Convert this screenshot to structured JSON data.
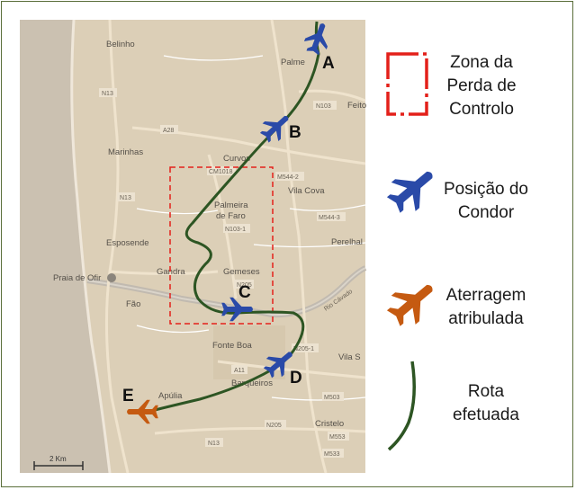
{
  "map": {
    "places": [
      "Belinho",
      "Palme",
      "Feito",
      "Marinhas",
      "Curvos",
      "Vila Cova",
      "Palmeira de Faro",
      "Perelhal",
      "Esposende",
      "Praia de Ofir",
      "Gandra",
      "Gemeses",
      "Fão",
      "Fonte Boa",
      "Barqueiros",
      "Apúlia",
      "Cristelo",
      "Vila S"
    ],
    "roads": [
      "N13",
      "N103",
      "A28",
      "CM1018",
      "M544-2",
      "N13",
      "M544-3",
      "N103-1",
      "N205",
      "N205-1",
      "A11",
      "M503",
      "N205",
      "M553",
      "M533",
      "N13",
      "Rio Cávado"
    ],
    "scale_label": "2 Km",
    "markers": {
      "A": "A",
      "B": "B",
      "C": "C",
      "D": "D",
      "E": "E"
    }
  },
  "legend": {
    "zone": "Zona da\nPerda de\nControlo",
    "condor": "Posição do\nCondor",
    "landing": "Aterragem\natribulada",
    "route": "Rota\nefetuada"
  },
  "colors": {
    "map_land": "#d9ccb4",
    "sea": "#c9bfaf",
    "route": "#2d5523",
    "plane_blue": "#2a4aa8",
    "plane_orange": "#c55a11",
    "zone_red": "#e3201a"
  },
  "icons": [
    "plane-icon",
    "plane-icon-orange",
    "route-line-icon",
    "dashed-box-icon"
  ]
}
